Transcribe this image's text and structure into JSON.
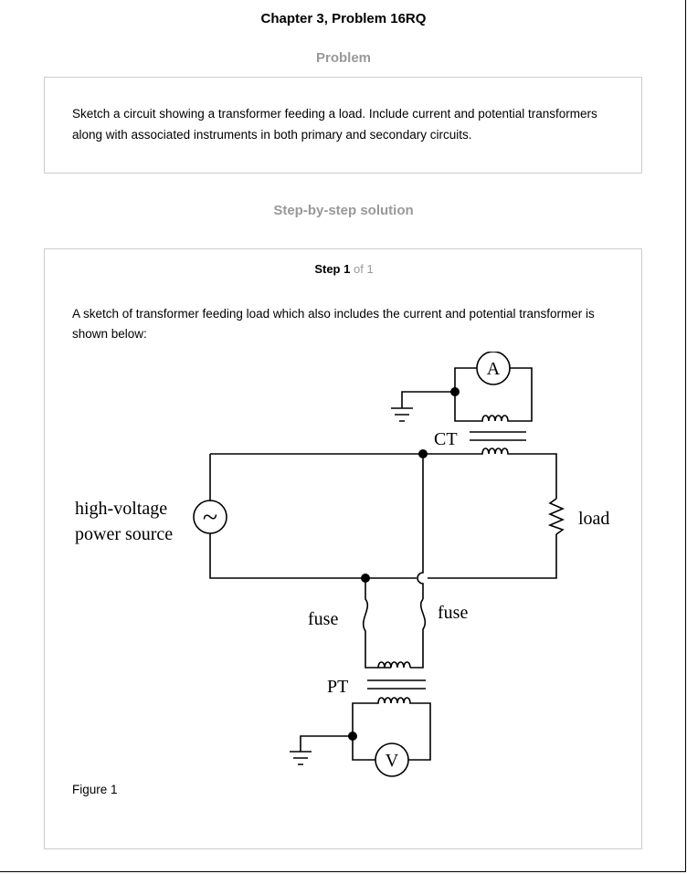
{
  "header": {
    "title": "Chapter 3, Problem 16RQ"
  },
  "problem": {
    "heading": "Problem",
    "text": "Sketch a circuit showing a transformer feeding a load. Include current and potential transformers along with associated instruments in both primary and secondary circuits."
  },
  "solution": {
    "heading": "Step-by-step solution",
    "step_word": "Step",
    "step_number": "1",
    "step_of": "of 1",
    "text": "A sketch of transformer feeding load which also includes the current and potential transformer is shown below:",
    "figure_caption": "Figure 1"
  },
  "diagram": {
    "ammeter_label": "A",
    "voltmeter_label": "V",
    "ct_label": "CT",
    "pt_label": "PT",
    "source_label_line1": "high-voltage",
    "source_label_line2": "power source",
    "load_label": "load",
    "fuse_left_label": "fuse",
    "fuse_right_label": "fuse",
    "ac_symbol": "~"
  }
}
